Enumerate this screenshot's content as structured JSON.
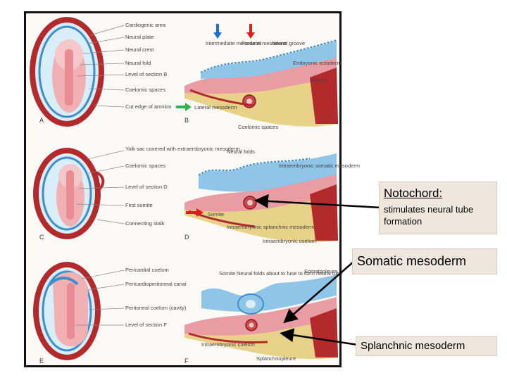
{
  "figure": {
    "panels": {
      "A": {
        "letter": "A",
        "labels": [
          "Cardiogenic area",
          "Neural plate",
          "Neural crest",
          "Neural fold",
          "Level of section B",
          "Coelomic spaces",
          "Cut edge of amnion"
        ]
      },
      "B": {
        "letter": "B",
        "labels": [
          "Intermediate mesoderm",
          "Paraxial mesoderm",
          "Neural groove",
          "Embryonic ectoderm",
          "Amnion",
          "Lateral mesoderm",
          "Coelomic spaces"
        ]
      },
      "C": {
        "letter": "C",
        "labels": [
          "Yolk sac covered with extraembryonic mesoderm",
          "Coelomic spaces",
          "Level of section D",
          "First somite",
          "Connecting stalk"
        ]
      },
      "D": {
        "letter": "D",
        "labels": [
          "Neural folds",
          "Intraembryonic somatic mesoderm",
          "Somite",
          "Intraembryonic splanchnic mesoderm",
          "Intraembryonic coelom"
        ]
      },
      "E": {
        "letter": "E",
        "labels": [
          "Pericardial coelom",
          "Pericardioperitoneal canal",
          "Peritoneal coelom (cavity)",
          "Level of section F"
        ]
      },
      "F": {
        "letter": "F",
        "labels": [
          "Somite",
          "Neural folds about to fuse to form neural tube",
          "Somatopleure",
          "Intraembryonic coelom",
          "Splanchnopleure"
        ]
      }
    }
  },
  "callouts": {
    "notochord_title": "Notochord:",
    "notochord_desc": "stimulates neural tube formation",
    "somatic": "Somatic mesoderm",
    "splanchnic": "Splanchnic mesoderm"
  },
  "colors": {
    "arrow_blue": "#1f6fd1",
    "arrow_red": "#e31b1b",
    "arrow_green": "#2bb24c",
    "embryo_red": "#b32a2c",
    "amnion_blue": "#8fc6e8",
    "callout_bg": "#efe6de"
  }
}
